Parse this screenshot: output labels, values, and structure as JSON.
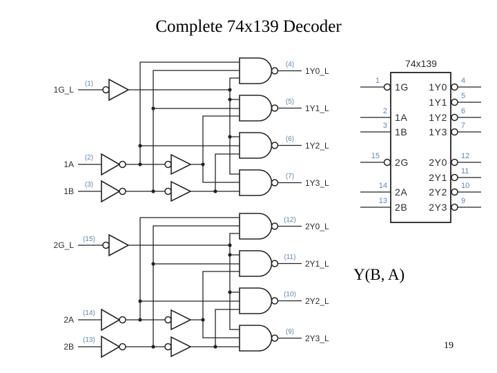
{
  "title": "Complete 74x139 Decoder",
  "equation": "Y(B, A)",
  "page_number": "19",
  "colors": {
    "wire": "#222222",
    "pin_number": "#5a87b5",
    "text": "#2a2a2a",
    "background": "#ffffff"
  },
  "schematic": {
    "groups": [
      {
        "enable": {
          "name": "1G_L",
          "pin": "(1)"
        },
        "a": {
          "name": "1A",
          "pin": "(2)"
        },
        "b": {
          "name": "1B",
          "pin": "(3)"
        },
        "outputs": [
          {
            "name": "1Y0_L",
            "pin": "(4)"
          },
          {
            "name": "1Y1_L",
            "pin": "(5)"
          },
          {
            "name": "1Y2_L",
            "pin": "(6)"
          },
          {
            "name": "1Y3_L",
            "pin": "(7)"
          }
        ]
      },
      {
        "enable": {
          "name": "2G_L",
          "pin": "(15)"
        },
        "a": {
          "name": "2A",
          "pin": "(14)"
        },
        "b": {
          "name": "2B",
          "pin": "(13)"
        },
        "outputs": [
          {
            "name": "2Y0_L",
            "pin": "(12)"
          },
          {
            "name": "2Y1_L",
            "pin": "(11)"
          },
          {
            "name": "2Y2_L",
            "pin": "(10)"
          },
          {
            "name": "2Y3_L",
            "pin": "(9)"
          }
        ]
      }
    ]
  },
  "chip": {
    "name": "74x139",
    "left_pins": [
      {
        "label": "1G",
        "pin": "1",
        "active_low": true
      },
      {
        "label": "1A",
        "pin": "2",
        "active_low": false
      },
      {
        "label": "1B",
        "pin": "3",
        "active_low": false
      },
      {
        "label": "2G",
        "pin": "15",
        "active_low": true
      },
      {
        "label": "2A",
        "pin": "14",
        "active_low": false
      },
      {
        "label": "2B",
        "pin": "13",
        "active_low": false
      }
    ],
    "right_pins": [
      {
        "label": "1Y0",
        "pin": "4",
        "active_low": true
      },
      {
        "label": "1Y1",
        "pin": "5",
        "active_low": true
      },
      {
        "label": "1Y2",
        "pin": "6",
        "active_low": true
      },
      {
        "label": "1Y3",
        "pin": "7",
        "active_low": true
      },
      {
        "label": "2Y0",
        "pin": "12",
        "active_low": true
      },
      {
        "label": "2Y1",
        "pin": "11",
        "active_low": true
      },
      {
        "label": "2Y2",
        "pin": "10",
        "active_low": true
      },
      {
        "label": "2Y3",
        "pin": "9",
        "active_low": true
      }
    ]
  }
}
